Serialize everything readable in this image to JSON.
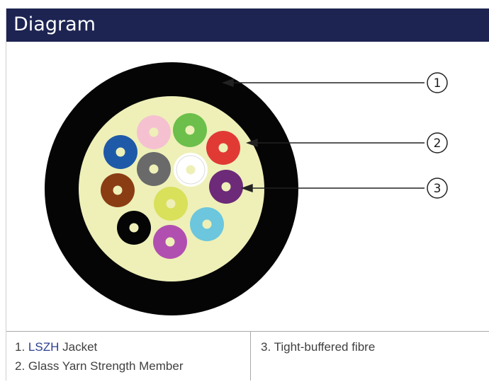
{
  "header": {
    "title": "Diagram"
  },
  "callouts": [
    "1",
    "2",
    "3"
  ],
  "legend": {
    "item1": {
      "number": "1.",
      "highlight": "LSZH",
      "rest": " Jacket"
    },
    "item2": {
      "text": "2. Glass Yarn Strength Member"
    },
    "item3": {
      "text": "3. Tight-buffered fibre"
    }
  },
  "colors": {
    "header_bg": "#1d2452",
    "jacket": "#050505",
    "strength_member": "#eef0b8",
    "accent_text": "#2c3f8f",
    "fibres": [
      "#1f5aa8",
      "#f5c1d0",
      "#6cbf4a",
      "#e13a35",
      "#6a6a6a",
      "#ffffff",
      "#6d2a78",
      "#8a3d13",
      "#d9e05a",
      "#050505",
      "#6cc6dd",
      "#b14fb1"
    ]
  }
}
